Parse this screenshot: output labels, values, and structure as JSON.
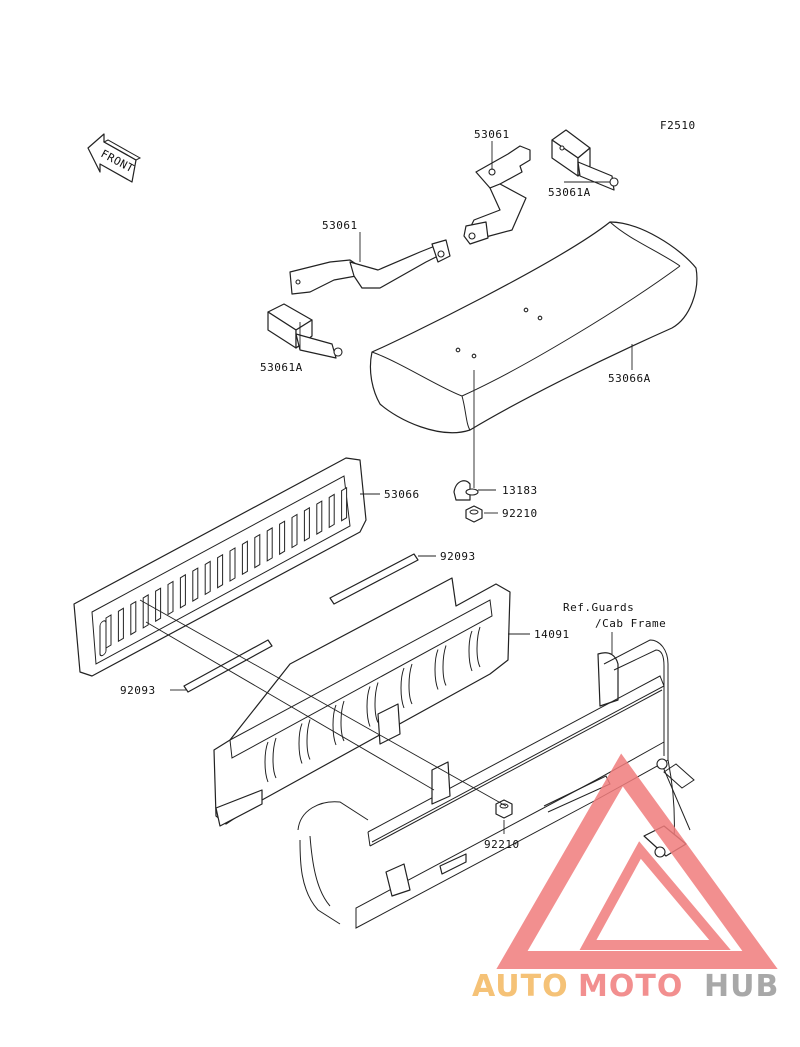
{
  "diagram": {
    "figure_code": "F2510",
    "front_arrow_label": "FRONT",
    "reference_note": [
      "Ref.Guards",
      "/Cab Frame"
    ],
    "callouts": [
      {
        "id": "c1",
        "part_no": "53061"
      },
      {
        "id": "c2",
        "part_no": "53061A"
      },
      {
        "id": "c3",
        "part_no": "53061"
      },
      {
        "id": "c4",
        "part_no": "53061A"
      },
      {
        "id": "c5",
        "part_no": "53066A"
      },
      {
        "id": "c6",
        "part_no": "13183"
      },
      {
        "id": "c7",
        "part_no": "92210"
      },
      {
        "id": "c8",
        "part_no": "53066"
      },
      {
        "id": "c9",
        "part_no": "92093"
      },
      {
        "id": "c10",
        "part_no": "14091"
      },
      {
        "id": "c11",
        "part_no": "92093"
      },
      {
        "id": "c12",
        "part_no": "92210"
      }
    ]
  },
  "watermark": {
    "brand_parts": [
      "AUTO",
      "MOTO",
      "HUB"
    ],
    "colors": {
      "auto": "#f4b860",
      "moto": "#f07c7c",
      "hub": "#9a9a9a",
      "triangle": "#f07c7c"
    }
  }
}
